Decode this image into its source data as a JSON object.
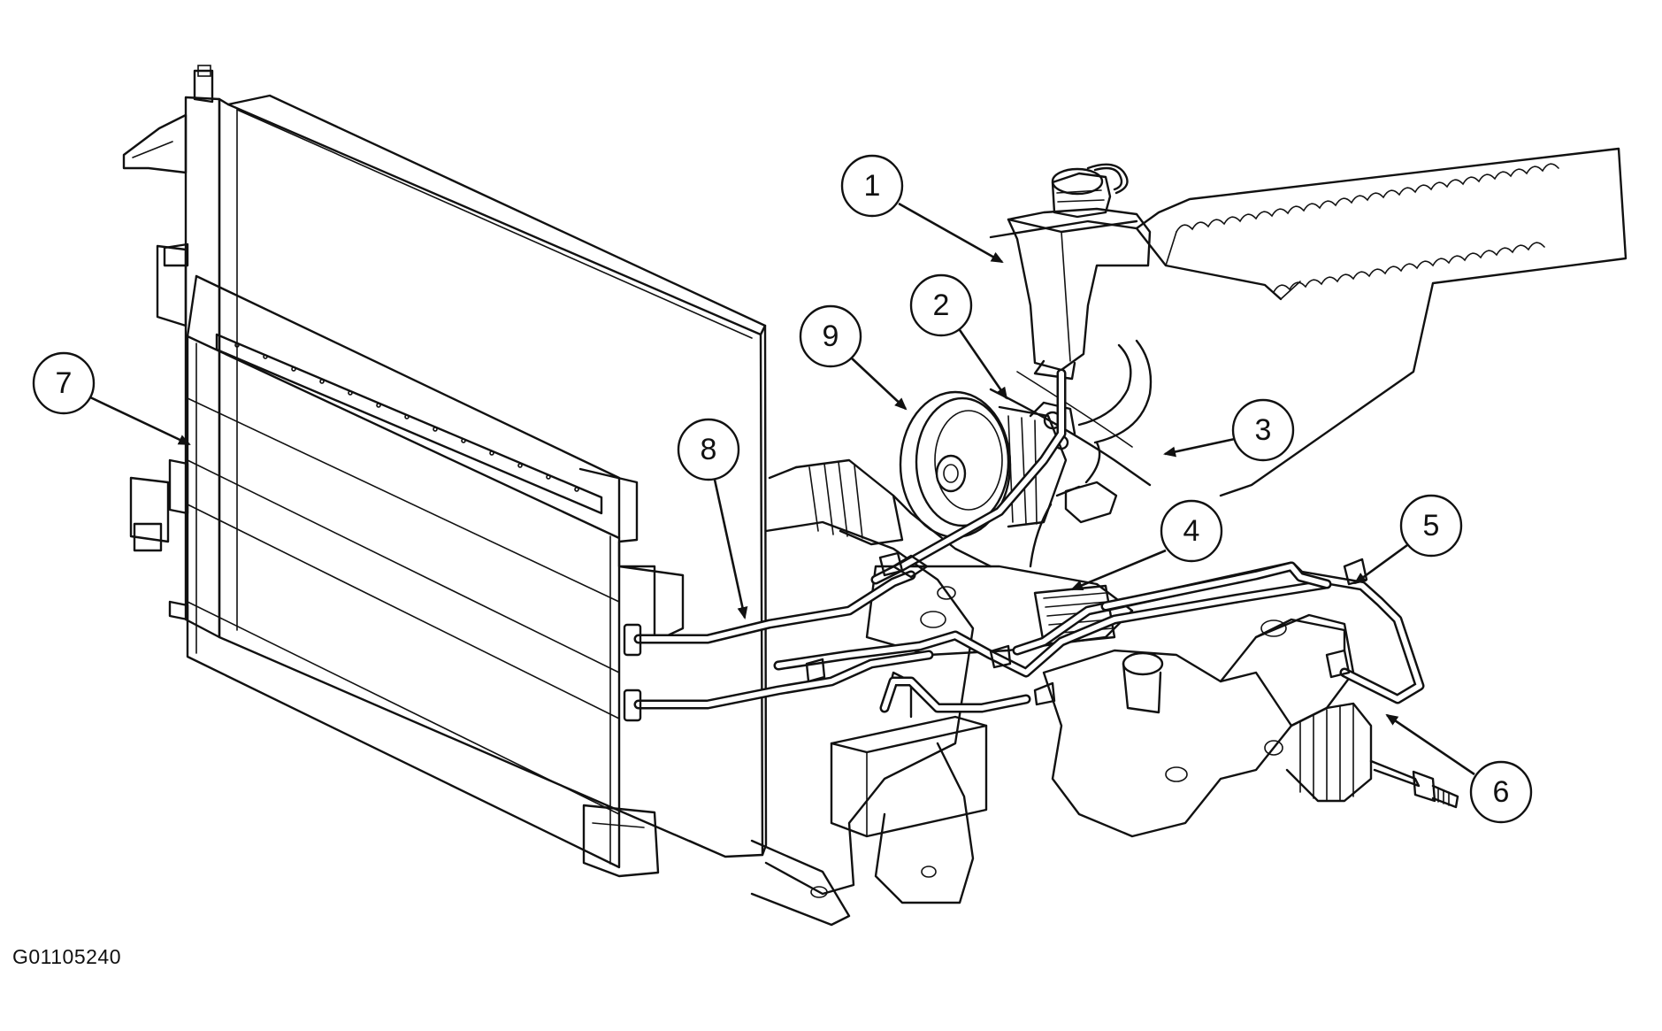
{
  "figure_id": "G01105240",
  "callouts": [
    {
      "id": "callout-1",
      "number": "1"
    },
    {
      "id": "callout-2",
      "number": "2"
    },
    {
      "id": "callout-3",
      "number": "3"
    },
    {
      "id": "callout-4",
      "number": "4"
    },
    {
      "id": "callout-5",
      "number": "5"
    },
    {
      "id": "callout-6",
      "number": "6"
    },
    {
      "id": "callout-7",
      "number": "7"
    },
    {
      "id": "callout-8",
      "number": "8"
    },
    {
      "id": "callout-9",
      "number": "9"
    }
  ]
}
